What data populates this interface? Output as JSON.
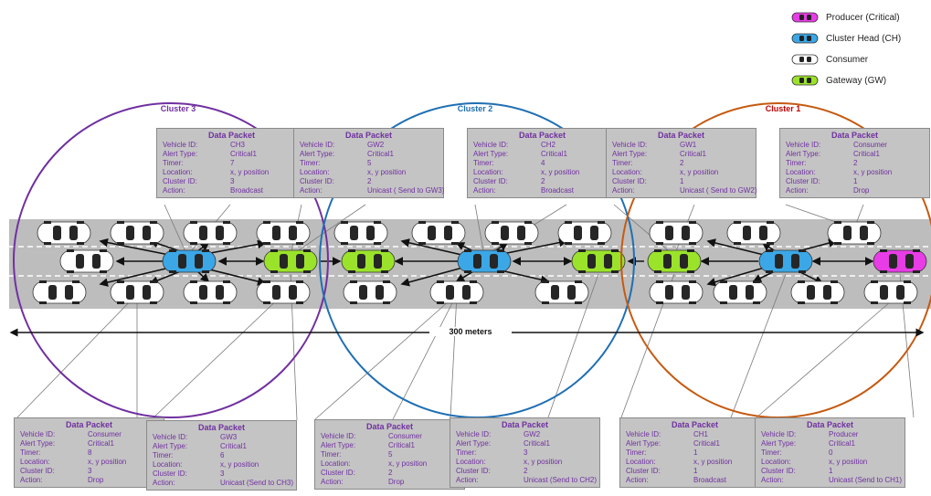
{
  "legend": [
    {
      "label": "Producer (Critical)",
      "color": "#e83ce6"
    },
    {
      "label": "Cluster Head (CH)",
      "color": "#3ba7e6"
    },
    {
      "label": "Consumer",
      "color": "#ffffff"
    },
    {
      "label": "Gateway (GW)",
      "color": "#9be32b"
    }
  ],
  "clusters": [
    {
      "label": "Cluster 3",
      "color": "#7030a0"
    },
    {
      "label": "Cluster 2",
      "color": "#1f6fb3"
    },
    {
      "label": "Cluster 1",
      "color": "#c55a11"
    }
  ],
  "distance_label": "300 meters",
  "packet_title": "Data Packet",
  "packets_top": [
    {
      "rows": [
        [
          "Vehicle ID:",
          "CH3"
        ],
        [
          "Alert Type:",
          "Critical1"
        ],
        [
          "Timer:",
          "7"
        ],
        [
          "Location:",
          "x, y position"
        ],
        [
          "Cluster ID:",
          "3"
        ],
        [
          "Action:",
          "Broadcast"
        ]
      ]
    },
    {
      "rows": [
        [
          "Vehicle ID:",
          "GW2"
        ],
        [
          "Alert Type:",
          "Critical1"
        ],
        [
          "Timer:",
          "5"
        ],
        [
          "Location:",
          "x, y position"
        ],
        [
          "Cluster ID:",
          "2"
        ],
        [
          "Action:",
          "Unicast ( Send to GW3)"
        ]
      ]
    },
    {
      "rows": [
        [
          "Vehicle ID:",
          "CH2"
        ],
        [
          "Alert Type:",
          "Critical1"
        ],
        [
          "Timer:",
          "4"
        ],
        [
          "Location:",
          "x, y position"
        ],
        [
          "Cluster ID:",
          "2"
        ],
        [
          "Action:",
          "Broadcast"
        ]
      ]
    },
    {
      "rows": [
        [
          "Vehicle ID:",
          "GW1"
        ],
        [
          "Alert Type:",
          "Critical1"
        ],
        [
          "Timer:",
          "2"
        ],
        [
          "Location:",
          "x, y position"
        ],
        [
          "Cluster ID:",
          "1"
        ],
        [
          "Action:",
          "Unicast ( Send to GW2)"
        ]
      ]
    },
    {
      "rows": [
        [
          "Vehicle ID:",
          "Consumer"
        ],
        [
          "Alert Type:",
          "Critical1"
        ],
        [
          "Timer:",
          "2"
        ],
        [
          "Location:",
          "x, y position"
        ],
        [
          "Cluster ID:",
          "1"
        ],
        [
          "Action:",
          "Drop"
        ]
      ]
    }
  ],
  "packets_bottom": [
    {
      "rows": [
        [
          "Vehicle ID:",
          "Consumer"
        ],
        [
          "Alert Type:",
          "Critical1"
        ],
        [
          "Timer:",
          "8"
        ],
        [
          "Location:",
          "x, y position"
        ],
        [
          "Cluster ID:",
          "3"
        ],
        [
          "Action:",
          "Drop"
        ]
      ]
    },
    {
      "rows": [
        [
          "Vehicle ID:",
          "GW3"
        ],
        [
          "Alert Type:",
          "Critical1"
        ],
        [
          "Timer:",
          "6"
        ],
        [
          "Location:",
          "x, y position"
        ],
        [
          "Cluster ID:",
          "3"
        ],
        [
          "Action:",
          "Unicast (Send to CH3)"
        ]
      ]
    },
    {
      "rows": [
        [
          "Vehicle ID:",
          "Consumer"
        ],
        [
          "Alert Type:",
          "Critical1"
        ],
        [
          "Timer:",
          "5"
        ],
        [
          "Location:",
          "x, y position"
        ],
        [
          "Cluster ID:",
          "2"
        ],
        [
          "Action:",
          "Drop"
        ]
      ]
    },
    {
      "rows": [
        [
          "Vehicle ID:",
          "GW2"
        ],
        [
          "Alert Type:",
          "Critical1"
        ],
        [
          "Timer:",
          "3"
        ],
        [
          "Location:",
          "x, y position"
        ],
        [
          "Cluster ID:",
          "2"
        ],
        [
          "Action:",
          "Unicast (Send to CH2)"
        ]
      ]
    },
    {
      "rows": [
        [
          "Vehicle ID:",
          "CH1"
        ],
        [
          "Alert Type:",
          "Critical1"
        ],
        [
          "Timer:",
          "1"
        ],
        [
          "Location:",
          "x, y position"
        ],
        [
          "Cluster ID:",
          "1"
        ],
        [
          "Action:",
          "Broadcast"
        ]
      ]
    },
    {
      "rows": [
        [
          "Vehicle ID:",
          "Producer"
        ],
        [
          "Alert Type:",
          "Critical1"
        ],
        [
          "Timer:",
          "0"
        ],
        [
          "Location:",
          "x, y position"
        ],
        [
          "Cluster ID:",
          "1"
        ],
        [
          "Action:",
          "Unicast (Send to CH1)"
        ]
      ]
    }
  ]
}
